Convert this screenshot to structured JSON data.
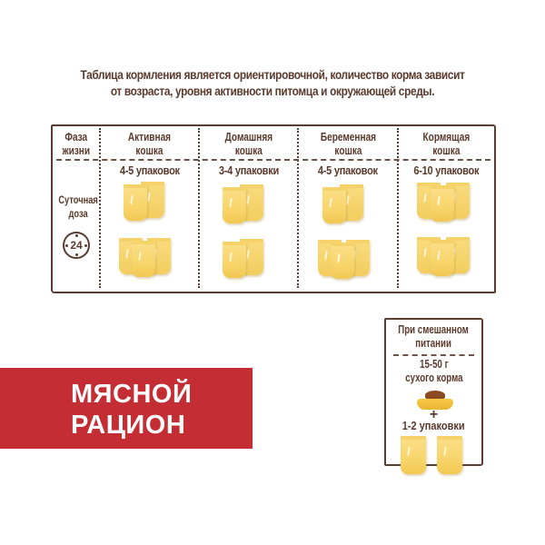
{
  "intro": {
    "line1": "Таблица кормления является ориентировочной, количество корма зависит",
    "line2": "от возраста, уровня активности питомца и окружающей среды."
  },
  "table": {
    "phase_header": [
      "Фаза",
      "жизни"
    ],
    "columns": [
      {
        "title": [
          "Активная",
          "кошка"
        ],
        "dose": "4-5 упаковок",
        "top_pouches": 2,
        "bottom_pouches": 3
      },
      {
        "title": [
          "Домашняя",
          "кошка"
        ],
        "dose": "3-4 упаковки",
        "top_pouches": 2,
        "bottom_pouches": 2
      },
      {
        "title": [
          "Беременная",
          "кошка"
        ],
        "dose": "4-5 упаковок",
        "top_pouches": 2,
        "bottom_pouches": 3
      },
      {
        "title": [
          "Кормящая",
          "кошка"
        ],
        "dose": "6-10 упаковок",
        "top_pouches": 3,
        "bottom_pouches": 3
      }
    ],
    "row_label": [
      "Суточная",
      "доза"
    ],
    "clock_icon": {
      "name": "clock-24-icon",
      "value": "24"
    }
  },
  "banner": {
    "line1": "МЯСНОЙ",
    "line2": "РАЦИОН",
    "color": "#c52d34"
  },
  "mixed": {
    "title": [
      "При смешанном",
      "питании"
    ],
    "dry_amount": "15-50 г",
    "dry_label": "сухого корма",
    "bowl_icon": "food-bowl-icon",
    "plus": "+",
    "packs": "1-2 упаковки",
    "pouches": 2
  },
  "colors": {
    "text": "#5a3a2c",
    "border": "#5a3d30",
    "pouch": "#f8d56c"
  }
}
